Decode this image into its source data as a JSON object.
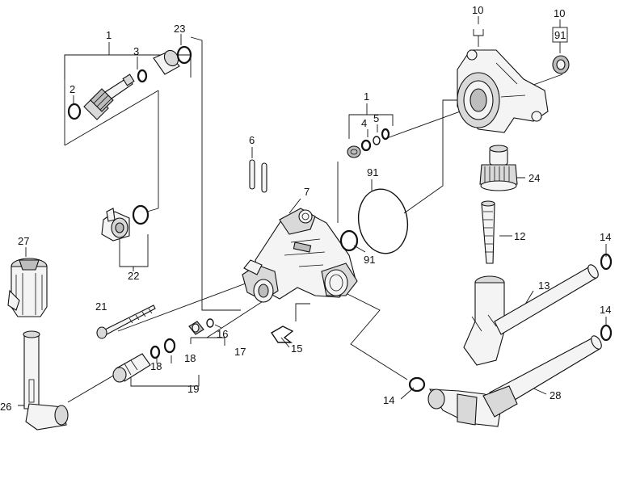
{
  "labels": {
    "n1a": "1",
    "n2": "2",
    "n3": "3",
    "n23": "23",
    "n10a": "10",
    "n10b": "10",
    "n91a": "91",
    "n1b": "1",
    "n4": "4",
    "n5": "5",
    "n6": "6",
    "n7": "7",
    "n91b": "91",
    "n91c": "91",
    "n24": "24",
    "n12": "12",
    "n14a": "14",
    "n14b": "14",
    "n14c": "14",
    "n13": "13",
    "n27": "27",
    "n22": "22",
    "n21": "21",
    "n16": "16",
    "n17": "17",
    "n18a": "18",
    "n18b": "18",
    "n19": "19",
    "n15": "15",
    "n26": "26",
    "n28": "28"
  }
}
